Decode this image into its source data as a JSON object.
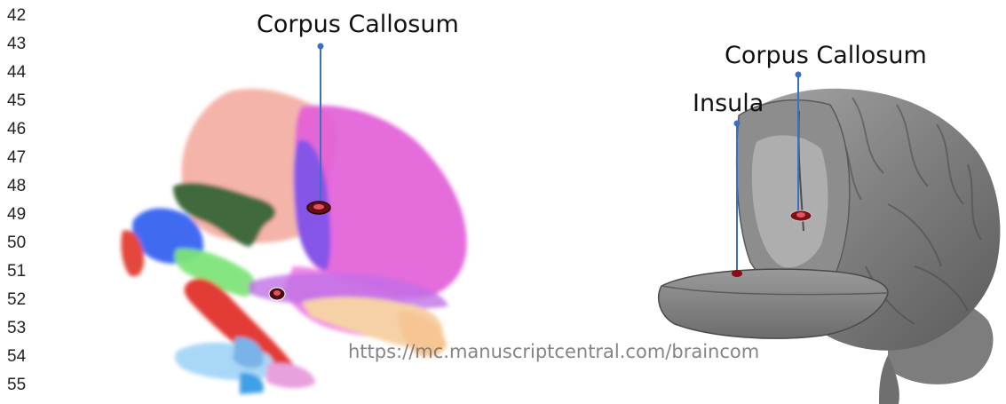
{
  "line_numbers": [
    "42",
    "43",
    "44",
    "45",
    "46",
    "47",
    "48",
    "49",
    "50",
    "51",
    "52",
    "53",
    "54",
    "55"
  ],
  "left_panel": {
    "label_corpus_callosum": "Corpus Callosum"
  },
  "right_panel": {
    "label_corpus_callosum": "Corpus Callosum",
    "label_insula": "Insula"
  },
  "watermark": "https://mc.manuscriptcentral.com/braincom",
  "colors": {
    "leader_line": "#3a6fc4",
    "marker": "#a0141e",
    "brain_gray": "#8a8a8a"
  }
}
